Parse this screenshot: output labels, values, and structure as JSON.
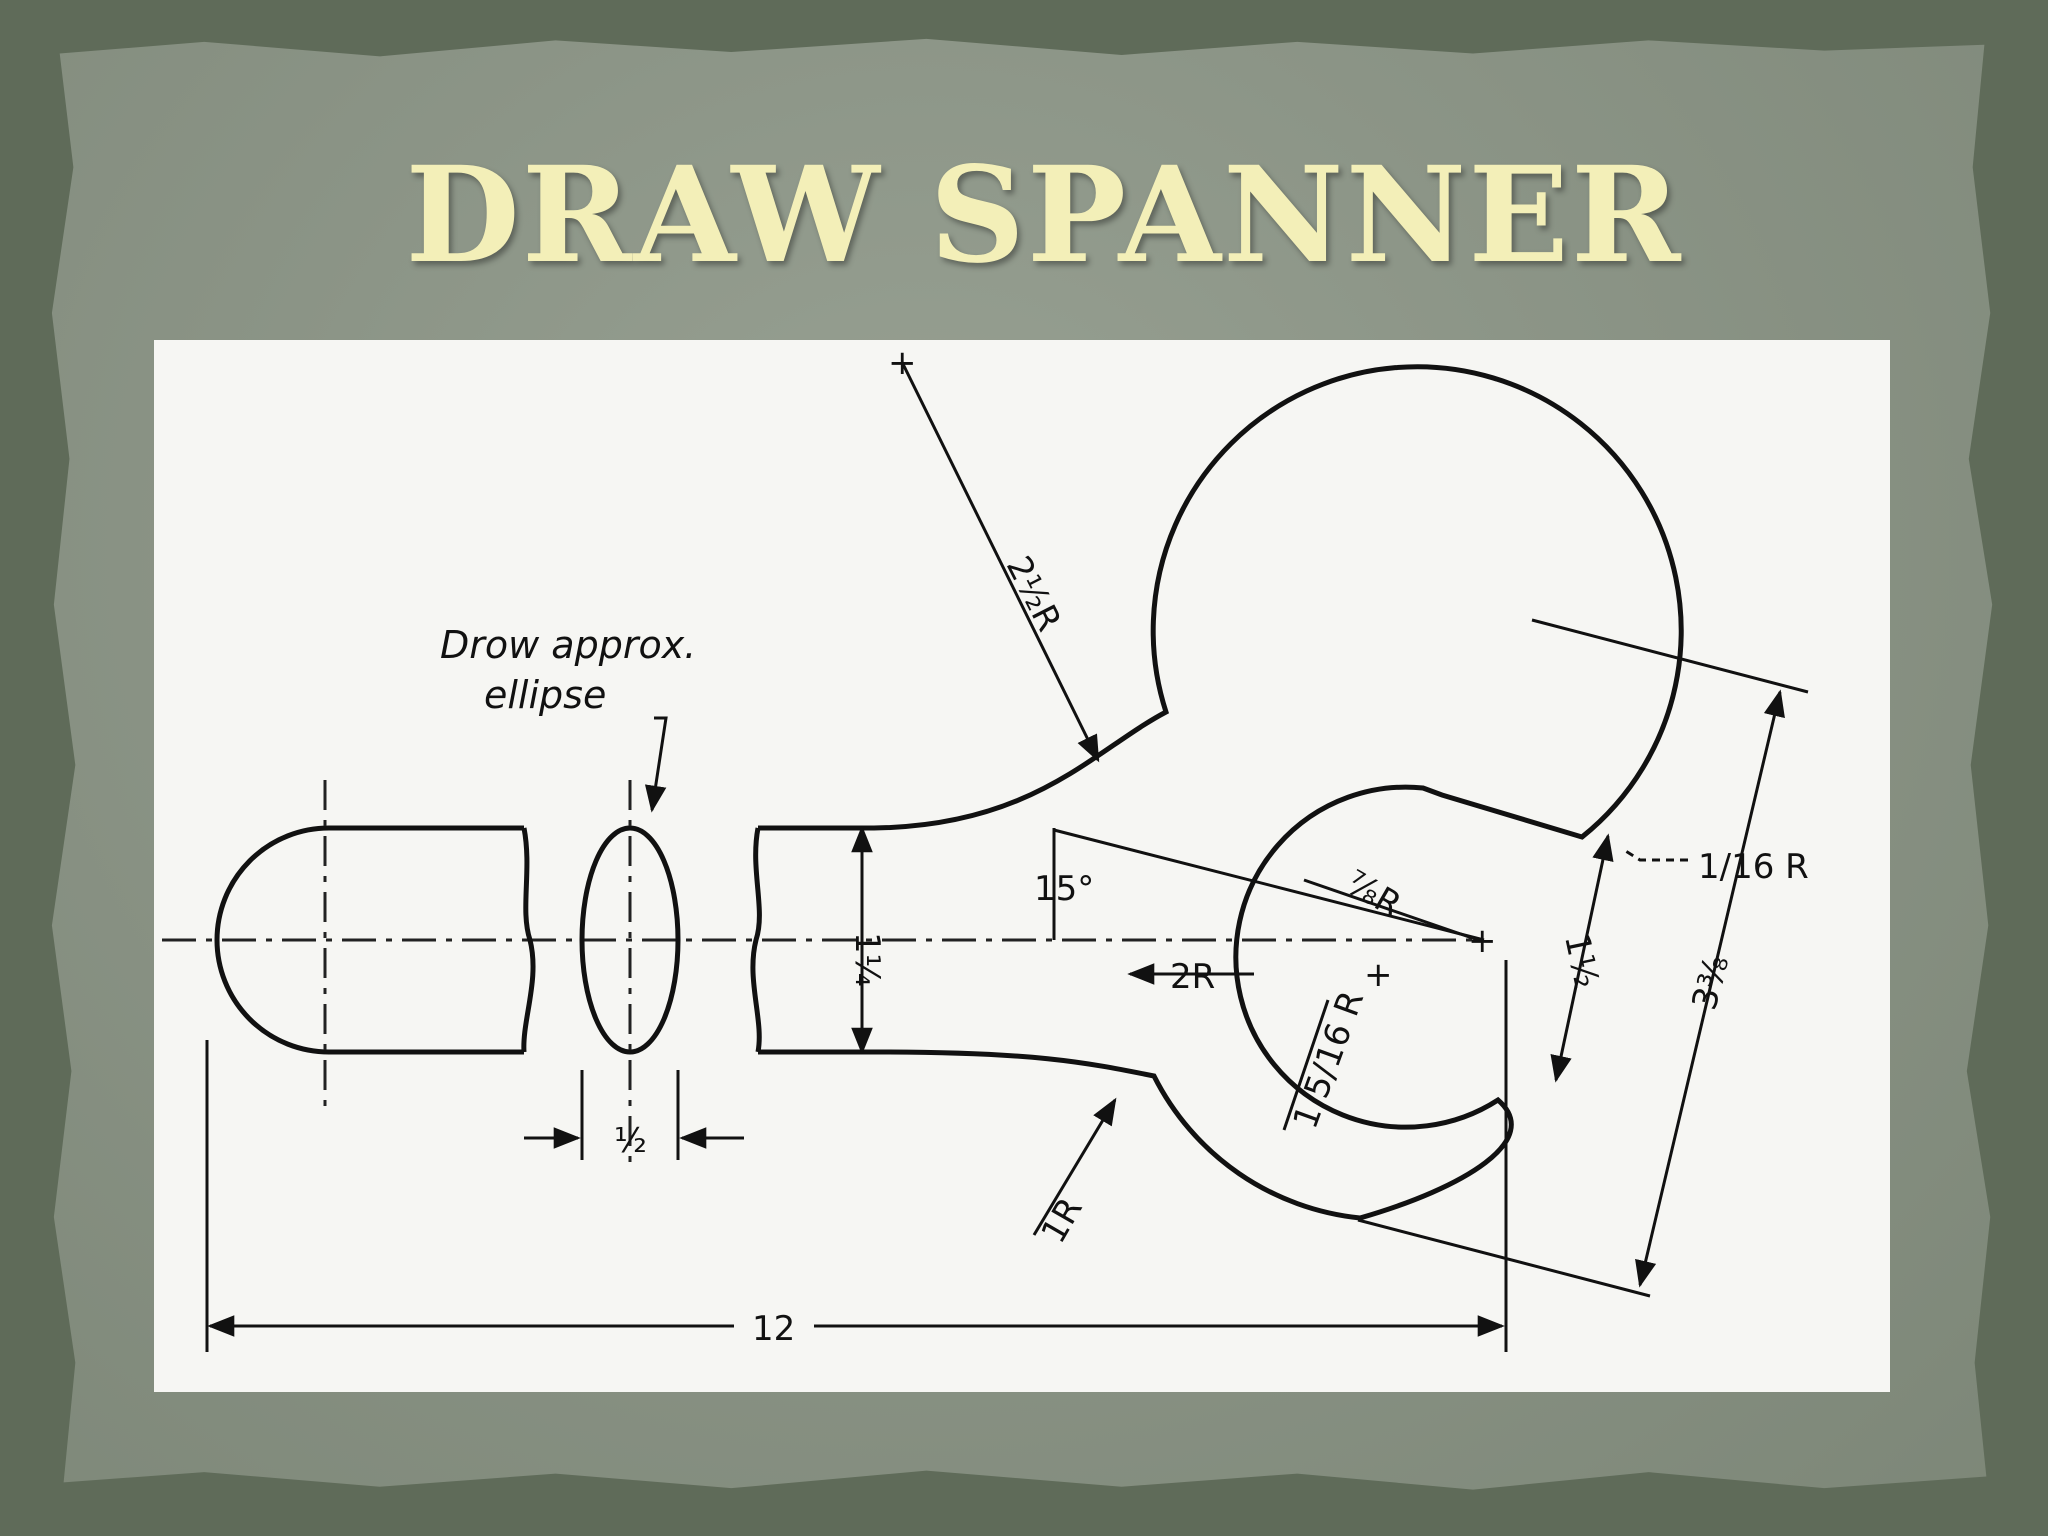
{
  "slide": {
    "title": "DRAW SPANNER"
  },
  "drawing": {
    "note_line_1": "Drow approx.",
    "note_line_2": "ellipse",
    "dims": {
      "radius_large": "2½R",
      "radius_small": "1R",
      "jaw_radius": "2R",
      "jaw_inner": "⅞R",
      "jaw_offset": "1 5/16 R",
      "corner": "1/16 R",
      "angle": "15°",
      "handle_width": "1¼",
      "ellipse_width": "½",
      "opening": "1½",
      "head_width": "3⅜",
      "overall_length": "12"
    }
  }
}
